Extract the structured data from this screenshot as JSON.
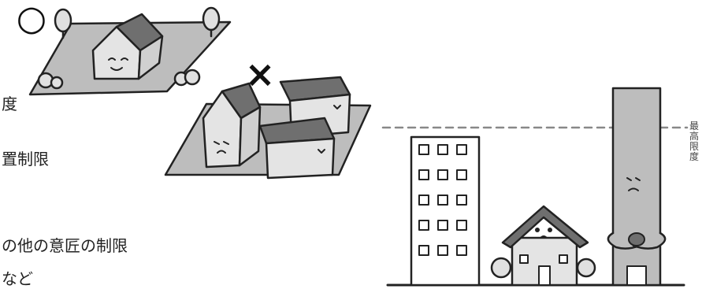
{
  "text_lines": [
    "度",
    "置制限",
    "の他の意匠の制限",
    "など"
  ],
  "height_limit_label": [
    "最",
    "高",
    "限",
    "度"
  ],
  "marks": {
    "good": "○",
    "bad": "×"
  },
  "colors": {
    "roof": "#6f6f6f",
    "wall": "#e4e4e4",
    "ground": "#bdbdbd",
    "outline": "#222222",
    "dashed_line": "#888888"
  }
}
